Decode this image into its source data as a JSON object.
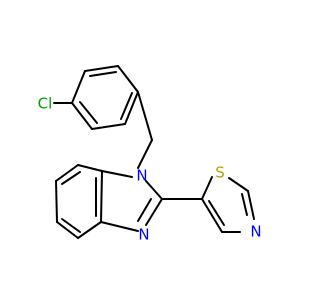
{
  "molecule": {
    "atoms": [
      {
        "id": "cl",
        "label": "Cl",
        "color": "#00a000"
      },
      {
        "id": "n1",
        "label": "N",
        "color": "#0000ff"
      },
      {
        "id": "n3",
        "label": "N",
        "color": "#0000ff"
      },
      {
        "id": "s",
        "label": "S",
        "color": "#b3a100"
      },
      {
        "id": "n_thiazole",
        "label": "N",
        "color": "#0000ff"
      }
    ]
  },
  "colors": {
    "bond": "#000000",
    "background": "#ffffff"
  }
}
